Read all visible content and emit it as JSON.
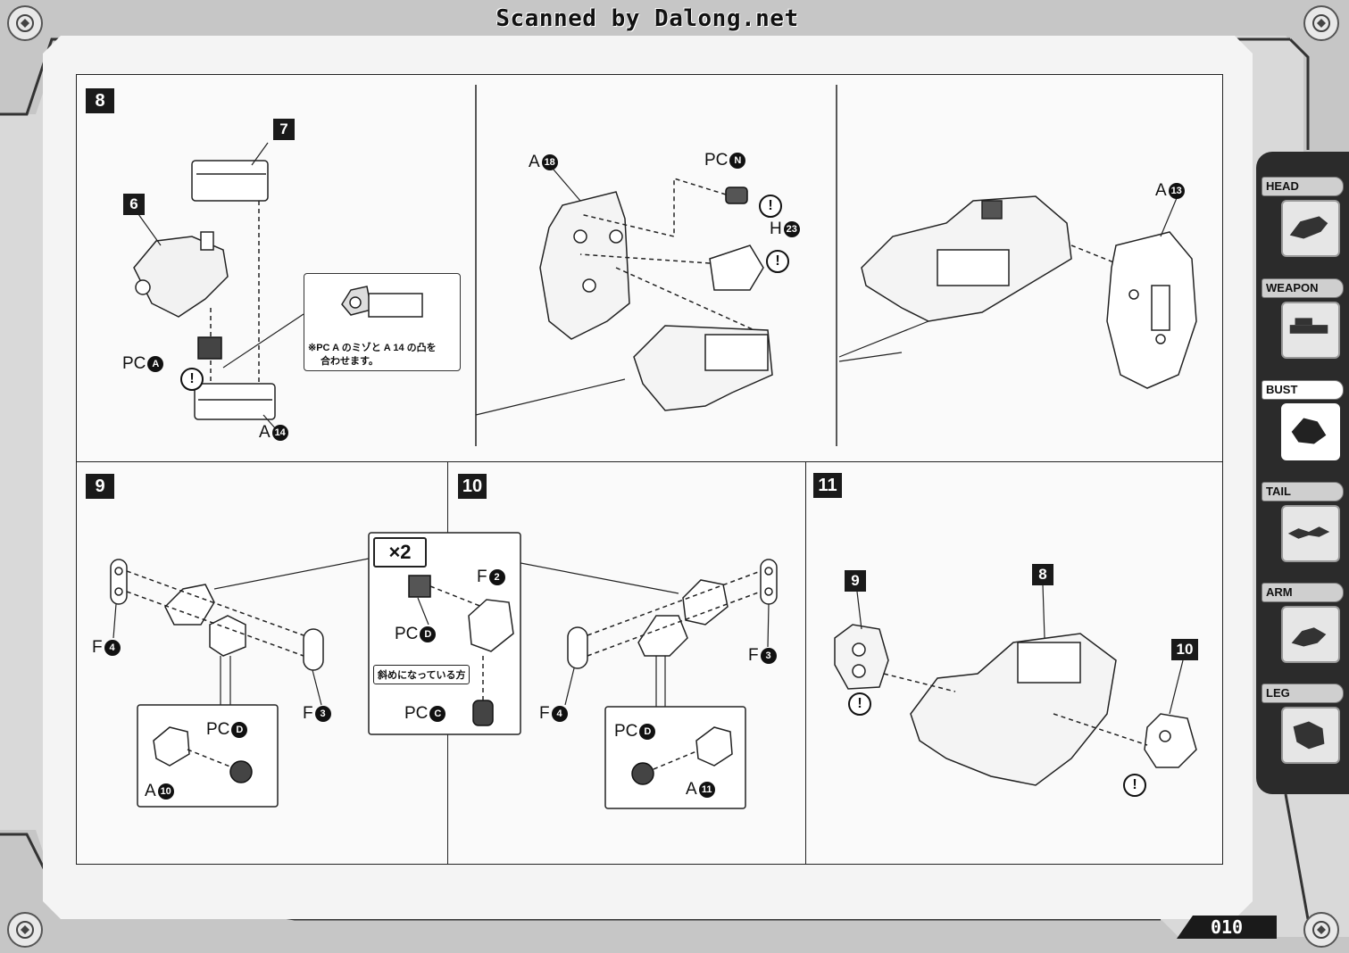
{
  "watermark": "Scanned by Dalong.net",
  "page_number": "010",
  "steps": {
    "s8": {
      "number": "8",
      "sub7": "7",
      "sub6": "6",
      "pc_a": {
        "prefix": "PC",
        "circle": "A"
      },
      "a14": {
        "prefix": "A",
        "circle": "14"
      },
      "note_line1": "※PC A のミゾと A 14 の凸を",
      "note_line2": "合わせます。",
      "a18": {
        "prefix": "A",
        "circle": "18"
      },
      "pc_n": {
        "prefix": "PC",
        "circle": "N"
      },
      "h23": {
        "prefix": "H",
        "circle": "23"
      },
      "a13": {
        "prefix": "A",
        "circle": "13"
      },
      "warning": "!"
    },
    "s9": {
      "number": "9",
      "f4": {
        "prefix": "F",
        "circle": "4"
      },
      "f3": {
        "prefix": "F",
        "circle": "3"
      },
      "pc_d": {
        "prefix": "PC",
        "circle": "D"
      },
      "a10": {
        "prefix": "A",
        "circle": "10"
      }
    },
    "s10": {
      "number": "10",
      "times": "×2",
      "f2": {
        "prefix": "F",
        "circle": "2"
      },
      "pc_d": {
        "prefix": "PC",
        "circle": "D"
      },
      "hint": "斜めになっている方",
      "pc_c": {
        "prefix": "PC",
        "circle": "C"
      },
      "f3": {
        "prefix": "F",
        "circle": "3"
      },
      "f4": {
        "prefix": "F",
        "circle": "4"
      },
      "pc_d2": {
        "prefix": "PC",
        "circle": "D"
      },
      "a11": {
        "prefix": "A",
        "circle": "11"
      }
    },
    "s11": {
      "number": "11",
      "sub9": "9",
      "sub8": "8",
      "sub10": "10"
    }
  },
  "sidebar": {
    "tabs": [
      {
        "label": "HEAD",
        "active": false
      },
      {
        "label": "WEAPON",
        "active": false
      },
      {
        "label": "BUST",
        "active": true
      },
      {
        "label": "TAIL",
        "active": false
      },
      {
        "label": "ARM",
        "active": false
      },
      {
        "label": "LEG",
        "active": false
      }
    ]
  }
}
